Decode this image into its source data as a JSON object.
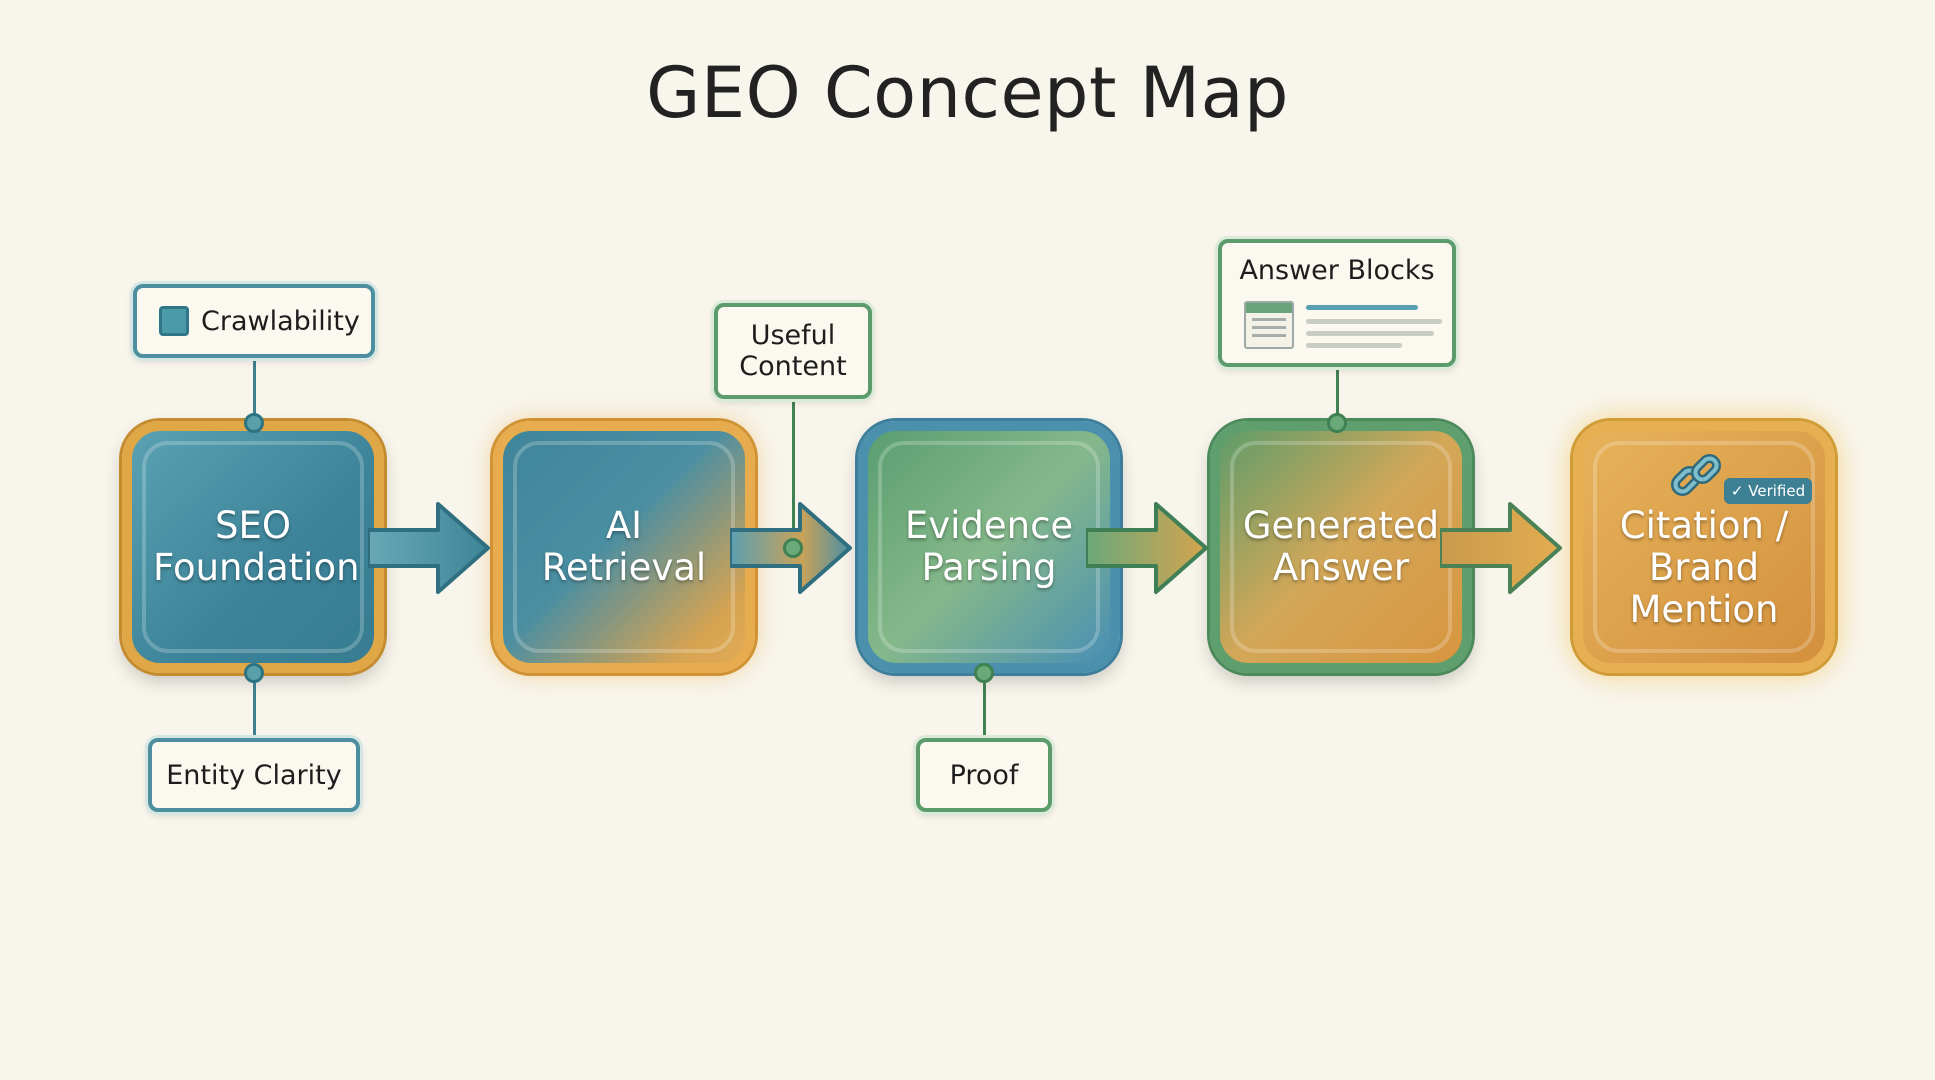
{
  "title": "GEO Concept Map",
  "stages": [
    {
      "id": "s1",
      "label": "SEO Foundation"
    },
    {
      "id": "s2",
      "label": "AI Retrieval"
    },
    {
      "id": "s3",
      "label": "Evidence Parsing"
    },
    {
      "id": "s4",
      "label": "Generated Answer"
    },
    {
      "id": "s5",
      "label": "Citation / Brand Mention"
    }
  ],
  "notes": {
    "crawlability": "Crawlability",
    "entity_clarity": "Entity Clarity",
    "useful_content": "Useful Content",
    "proof": "Proof",
    "answer_blocks": "Answer Blocks"
  },
  "badge": {
    "verified": "Verified"
  },
  "icons": {
    "crawlability": "square-icon",
    "answer_blocks": "document-icon",
    "citation": "link-icon",
    "verified": "check-icon"
  },
  "colors": {
    "teal": "#3c8399",
    "orange": "#e0a747",
    "green": "#5e9f6d",
    "blue": "#4b90ad",
    "background": "#f8f5ec"
  }
}
